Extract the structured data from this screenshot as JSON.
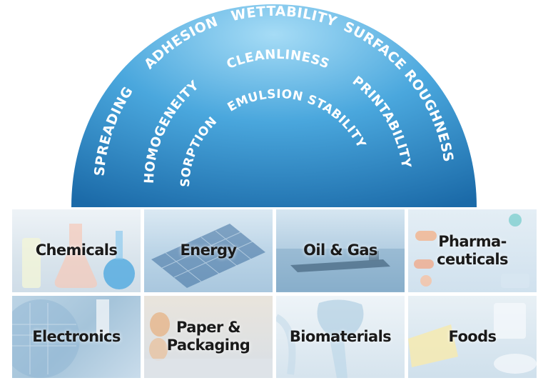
{
  "colors": {
    "dome_light": "#8fd0f2",
    "dome_mid": "#3a9ad6",
    "dome_dark": "#1c6fb0",
    "label_text": "#1a1a1a"
  },
  "properties": {
    "outer": [
      "SPREADING",
      "ADHESION",
      "WETTABILITY",
      "SURFACE ROUGHNESS"
    ],
    "middle": [
      "HOMOGENEITY",
      "CLEANLINESS",
      "PRINTABILITY"
    ],
    "inner": [
      "SORPTION",
      "EMULSION STABILITY"
    ]
  },
  "industries": [
    {
      "label": "Chemicals",
      "image": "lab-glassware"
    },
    {
      "label": "Energy",
      "image": "solar-panels"
    },
    {
      "label": "Oil & Gas",
      "image": "tanker-ship"
    },
    {
      "label": "Pharma-\nceuticals",
      "image": "pills"
    },
    {
      "label": "Electronics",
      "image": "circuit-board"
    },
    {
      "label": "Paper &\nPackaging",
      "image": "egg-carton"
    },
    {
      "label": "Biomaterials",
      "image": "hip-bone"
    },
    {
      "label": "Foods",
      "image": "cheese-and-milk"
    }
  ]
}
